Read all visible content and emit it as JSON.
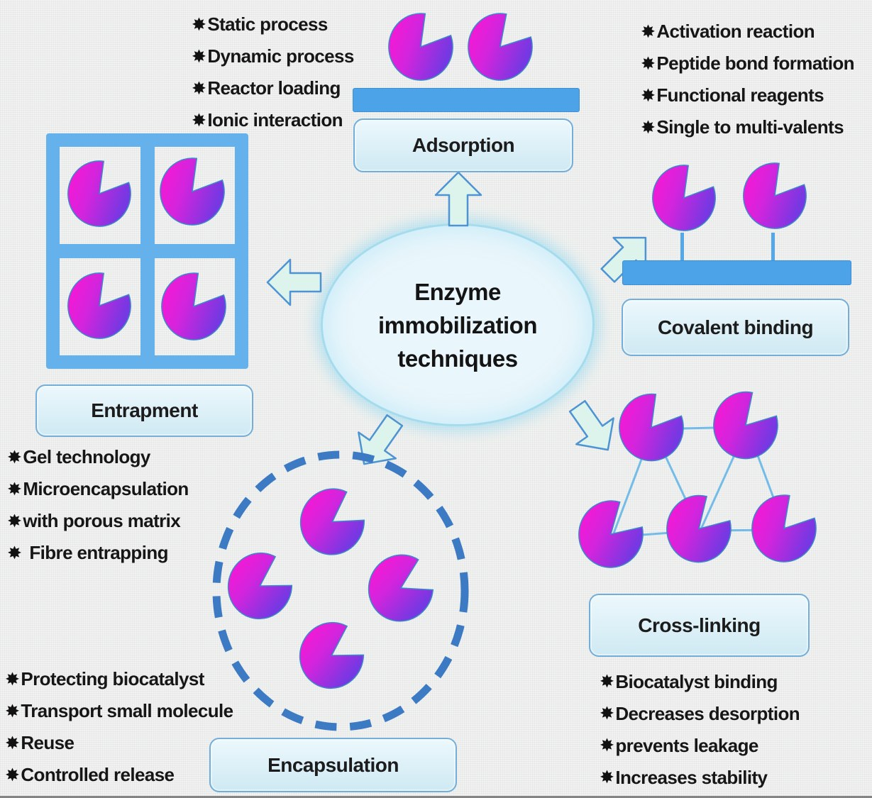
{
  "bullet": "✸",
  "center": {
    "label": "Enzyme\nimmobilization\ntechniques"
  },
  "techniques": {
    "adsorption": {
      "label": "Adsorption",
      "features": [
        "Static process",
        "Dynamic process",
        "Reactor loading",
        "Ionic interaction"
      ]
    },
    "covalent": {
      "label": "Covalent binding",
      "features": [
        "Activation reaction",
        "Peptide bond formation",
        "Functional reagents",
        "Single to multi-valents"
      ]
    },
    "entrapment": {
      "label": "Entrapment",
      "features": [
        "Gel technology",
        "Microencapsulation",
        "with porous matrix",
        "Fibre entrapping"
      ]
    },
    "encapsulation": {
      "label": "Encapsulation",
      "features": [
        "Protecting biocatalyst",
        "Transport small molecule",
        "Reuse",
        "Controlled release"
      ]
    },
    "crosslinking": {
      "label": "Cross-linking",
      "features": [
        "Biocatalyst binding",
        "Decreases desorption",
        "prevents leakage",
        "Increases stability"
      ]
    }
  },
  "colors": {
    "enzyme_magenta": "#f514d2",
    "enzyme_purple": "#7437dd",
    "enzyme_outline": "#3f86c9",
    "surface_blue": "#4da3e8",
    "grid_blue": "#65b1ec",
    "membrane_dash_blue": "#3c7ac4",
    "network_line_blue": "#74bce8",
    "label_fill": "#d9eef7",
    "label_border": "#74aed8",
    "arrow_fill": "#ddf4ec",
    "arrow_border": "#4e93d2",
    "oval_fill": "#e9f6fb",
    "text": "#1c1c1c"
  }
}
